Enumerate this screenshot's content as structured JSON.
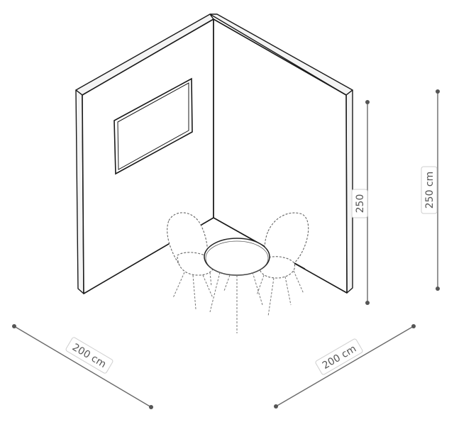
{
  "dimensions": {
    "depth_left": "200 cm",
    "depth_right": "200 cm",
    "height_inner": "250",
    "height_outer": "250 cm"
  }
}
